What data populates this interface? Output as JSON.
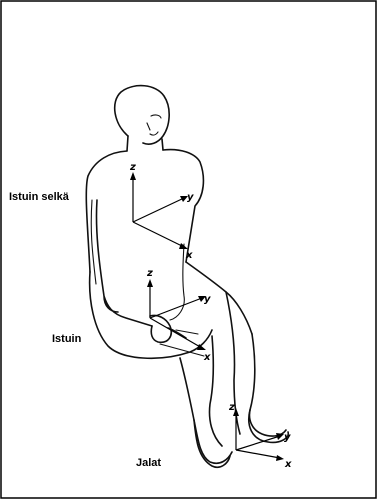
{
  "labels": {
    "backrest": "Istuin selkä",
    "seat": "Istuin",
    "feet": "Jalat"
  },
  "axes": {
    "x": "x",
    "y": "y",
    "z": "z"
  },
  "colors": {
    "background": "#ffffff",
    "line": "#111111",
    "frame": "#000000"
  }
}
